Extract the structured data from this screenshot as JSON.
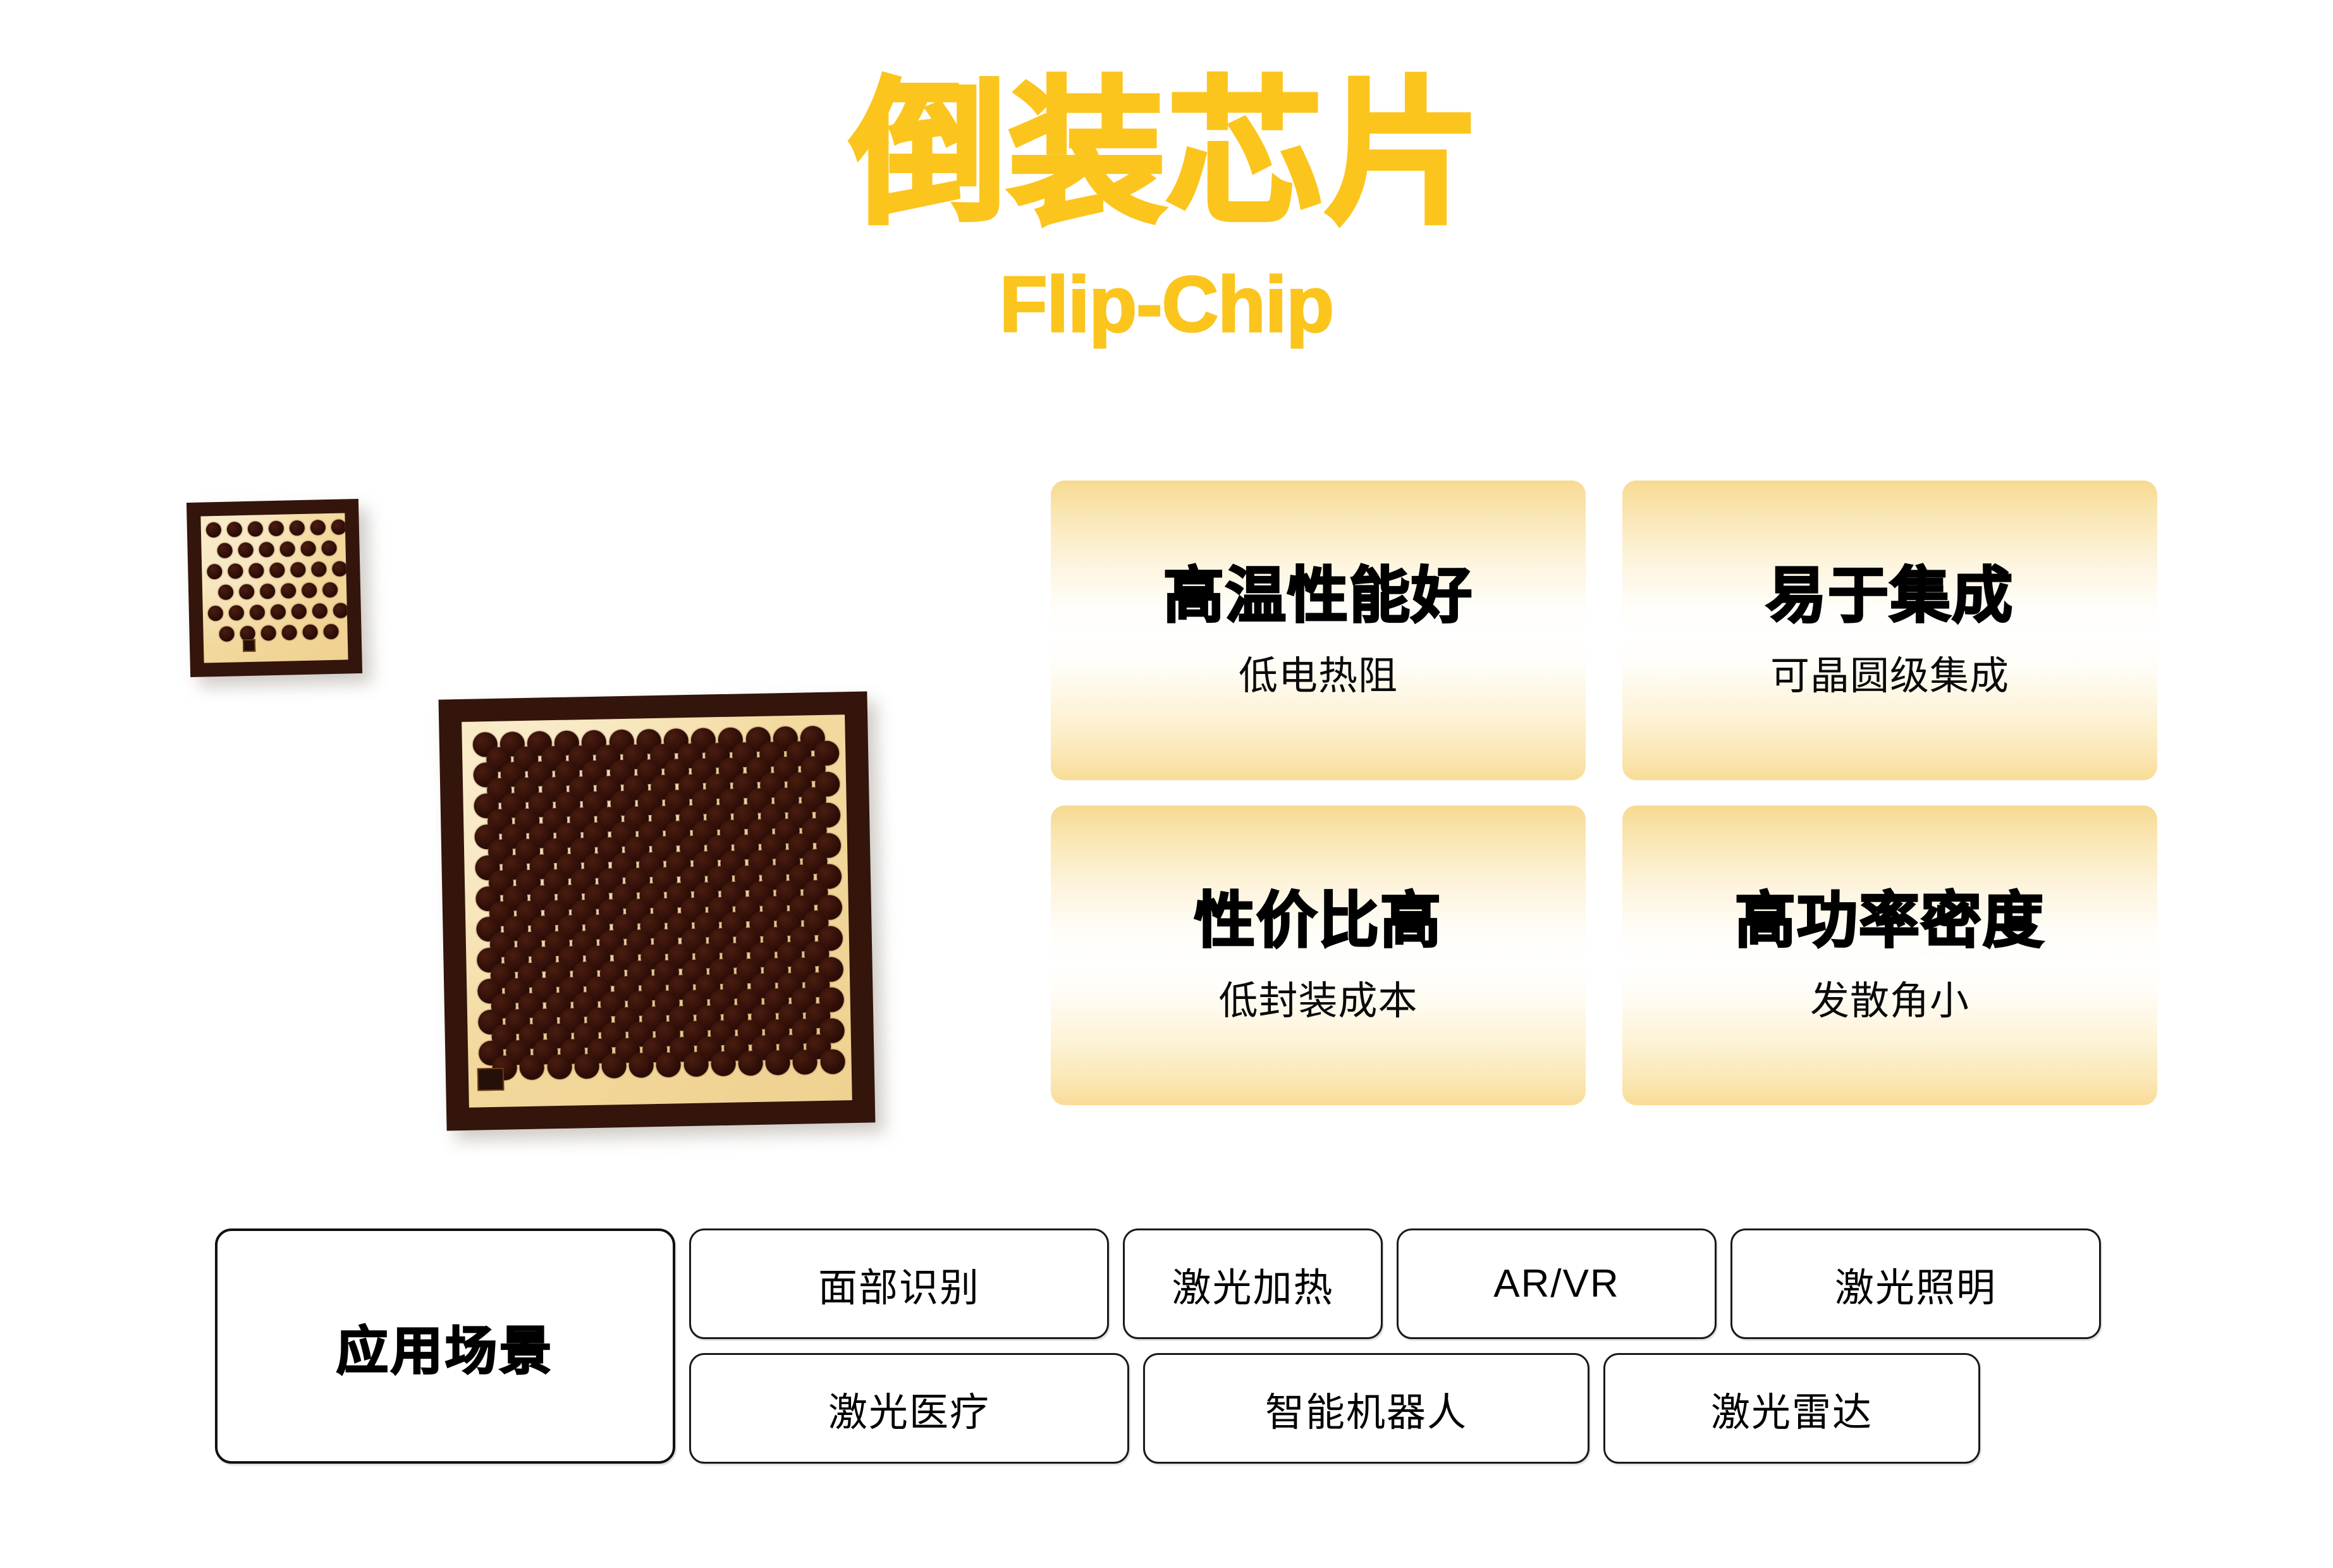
{
  "header": {
    "title_cn": "倒装芯片",
    "title_en": "Flip-Chip",
    "accent_color": "#fbc51d"
  },
  "chips": {
    "back_chip_name": "flip-chip-bump-array-back",
    "front_chip_name": "flip-chip-bump-array-front",
    "substrate_color": "#f3d99e",
    "frame_color": "#33150c",
    "pad_color": "#2d0d07"
  },
  "features": [
    {
      "title": "高温性能好",
      "sub": "低电热阻"
    },
    {
      "title": "易于集成",
      "sub": "可晶圆级集成"
    },
    {
      "title": "性价比高",
      "sub": "低封装成本"
    },
    {
      "title": "高功率密度",
      "sub": "发散角小"
    }
  ],
  "applications": {
    "label": "应用场景",
    "row1": [
      "面部识别",
      "激光加热",
      "AR/VR",
      "激光照明"
    ],
    "row2": [
      "激光医疗",
      "智能机器人",
      "激光雷达"
    ]
  }
}
